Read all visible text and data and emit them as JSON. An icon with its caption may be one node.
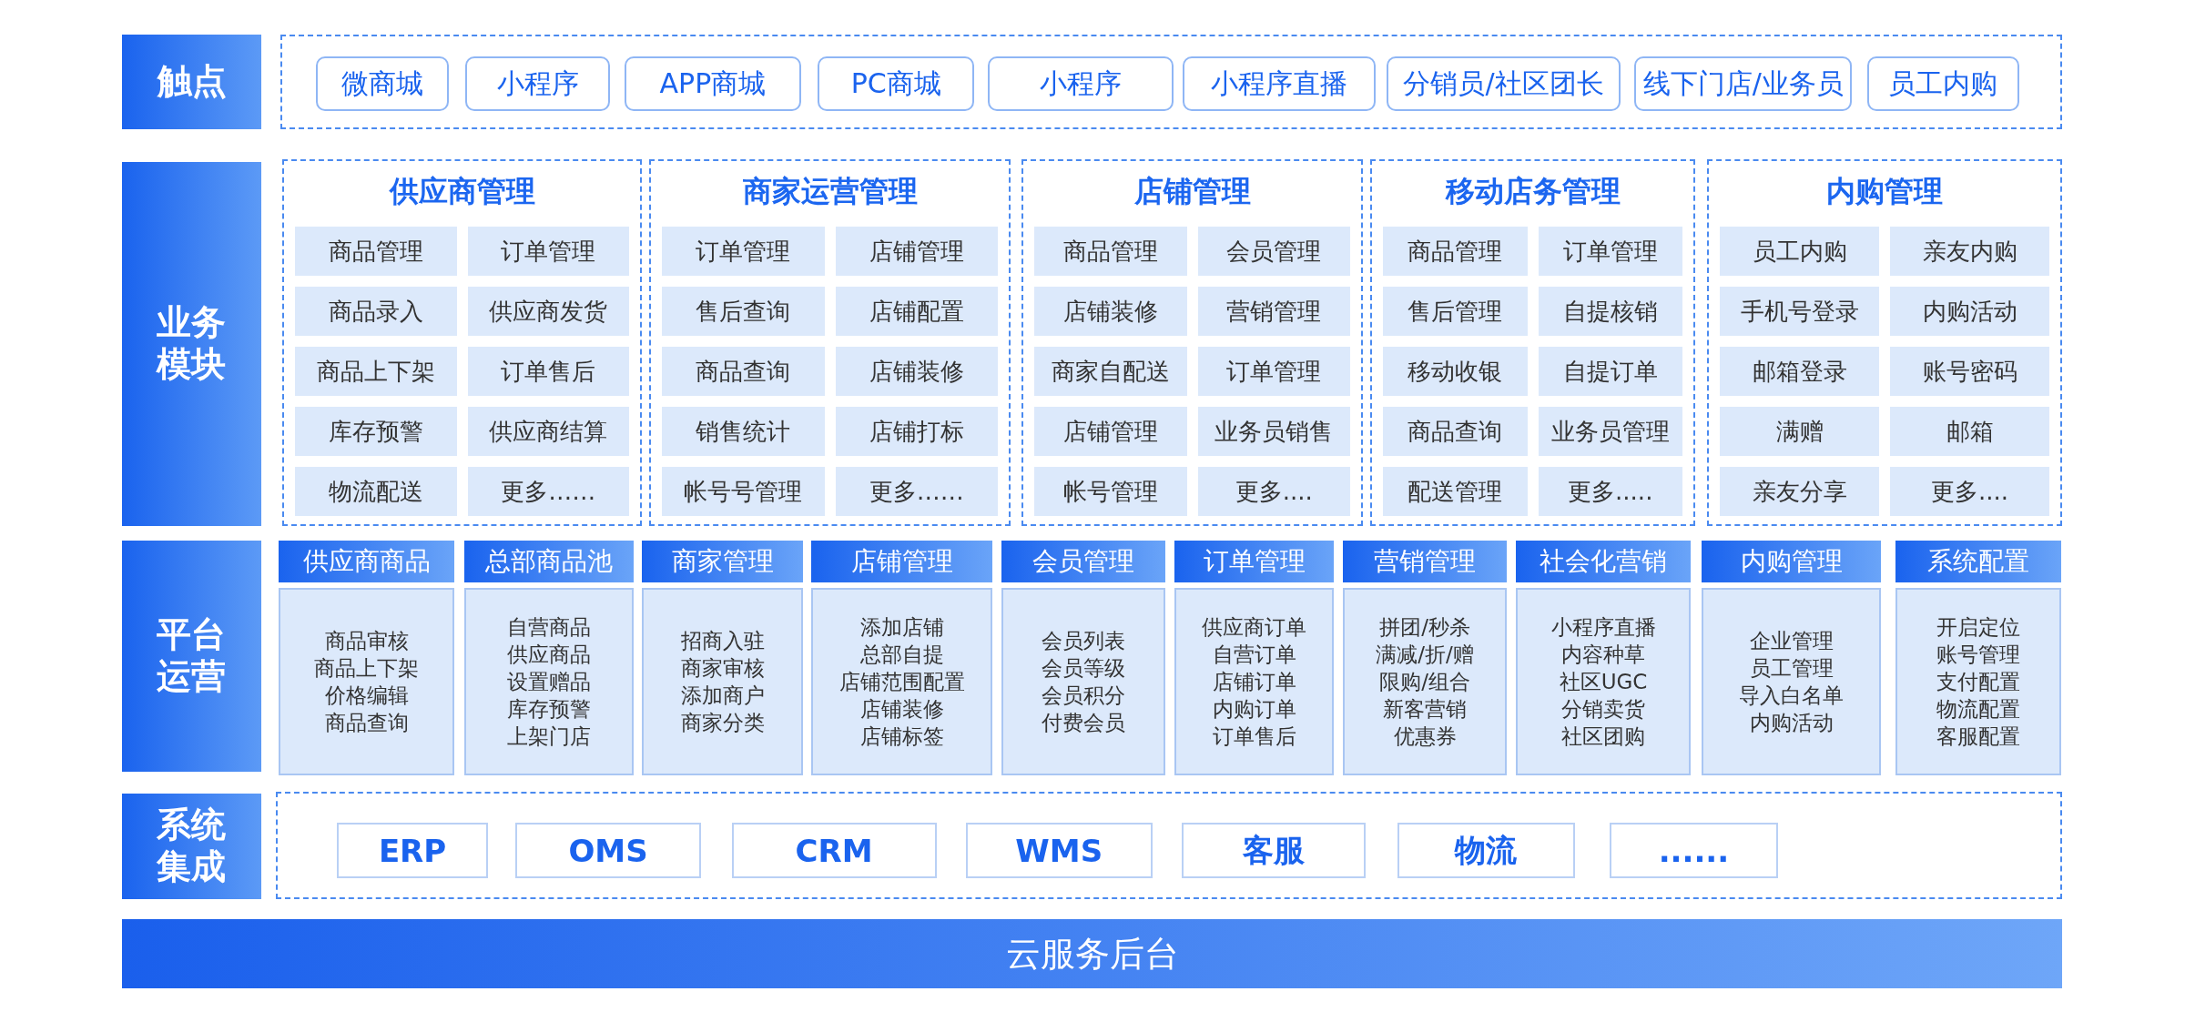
{
  "diagram": {
    "nodes": [
      {
        "text": [
          "触点"
        ]
      },
      {
        "text": [],
        "shape": "box"
      },
      {
        "text": [
          "微商城"
        ],
        "in": 1
      },
      {
        "text": [
          "小程序"
        ],
        "in": 1
      },
      {
        "text": [
          "APP商城"
        ],
        "in": 1
      },
      {
        "text": [
          "PC商城"
        ],
        "in": 1
      },
      {
        "text": [
          "小程序"
        ],
        "in": 1
      },
      {
        "text": [
          "小程序直播"
        ],
        "in": 1
      },
      {
        "text": [
          "分销员/社区团长"
        ],
        "in": 1
      },
      {
        "text": [
          "线下门店/业务员"
        ],
        "in": 1
      },
      {
        "text": [
          "员工内购"
        ],
        "in": 1
      },
      {
        "text": [
          "业务模块"
        ]
      },
      {
        "text": [
          "供应商管理"
        ]
      },
      {
        "text": [
          "商品管理"
        ],
        "in": 12
      },
      {
        "text": [
          "订单管理"
        ],
        "in": 12
      },
      {
        "text": [
          "商品录入"
        ],
        "in": 12
      },
      {
        "text": [
          "供应商发货"
        ],
        "in": 12
      },
      {
        "text": [
          "商品上下架"
        ],
        "in": 12
      },
      {
        "text": [
          "订单售后"
        ],
        "in": 12
      },
      {
        "text": [
          "库存预警"
        ],
        "in": 12
      },
      {
        "text": [
          "供应商结算"
        ],
        "in": 12
      },
      {
        "text": [
          "物流配送"
        ],
        "in": 12
      },
      {
        "text": [
          "更多……"
        ],
        "in": 12
      },
      {
        "text": [
          "商家运营管理"
        ]
      },
      {
        "text": [
          "订单管理"
        ],
        "in": 23
      },
      {
        "text": [
          "店铺管理"
        ],
        "in": 23
      },
      {
        "text": [
          "售后查询"
        ],
        "in": 23
      },
      {
        "text": [
          "店铺配置"
        ],
        "in": 23
      },
      {
        "text": [
          "商品查询"
        ],
        "in": 23
      },
      {
        "text": [
          "店铺装修"
        ],
        "in": 23
      },
      {
        "text": [
          "销售统计"
        ],
        "in": 23
      },
      {
        "text": [
          "店铺打标"
        ],
        "in": 23
      },
      {
        "text": [
          "帐号号管理"
        ],
        "in": 23
      },
      {
        "text": [
          "更多……"
        ],
        "in": 23
      },
      {
        "text": [
          "店铺管理"
        ]
      },
      {
        "text": [
          "商品管理"
        ],
        "in": 34
      },
      {
        "text": [
          "会员管理"
        ],
        "in": 34
      },
      {
        "text": [
          "店铺装修"
        ],
        "in": 34
      },
      {
        "text": [
          "营销管理"
        ],
        "in": 34
      },
      {
        "text": [
          "商家自配送"
        ],
        "in": 34
      },
      {
        "text": [
          "订单管理"
        ],
        "in": 34
      },
      {
        "text": [
          "店铺管理"
        ],
        "in": 34
      },
      {
        "text": [
          "业务员销售"
        ],
        "in": 34
      },
      {
        "text": [
          "帐号管理"
        ],
        "in": 34
      },
      {
        "text": [
          "更多...."
        ],
        "in": 34
      },
      {
        "text": [
          "移动店务管理"
        ]
      },
      {
        "text": [
          "商品管理"
        ],
        "in": 45
      },
      {
        "text": [
          "订单管理"
        ],
        "in": 45
      },
      {
        "text": [
          "售后管理"
        ],
        "in": 45
      },
      {
        "text": [
          "自提核销"
        ],
        "in": 45
      },
      {
        "text": [
          "移动收银"
        ],
        "in": 45
      },
      {
        "text": [
          "自提订单"
        ],
        "in": 45
      },
      {
        "text": [
          "商品查询"
        ],
        "in": 45
      },
      {
        "text": [
          "业务员管理"
        ],
        "in": 45
      },
      {
        "text": [
          "配送管理"
        ],
        "in": 45
      },
      {
        "text": [
          "更多....."
        ],
        "in": 45
      },
      {
        "text": [
          "内购管理"
        ]
      },
      {
        "text": [
          "员工内购"
        ],
        "in": 56
      },
      {
        "text": [
          "亲友内购"
        ],
        "in": 56
      },
      {
        "text": [
          "手机号登录"
        ],
        "in": 56
      },
      {
        "text": [
          "内购活动"
        ],
        "in": 56
      },
      {
        "text": [
          "邮箱登录"
        ],
        "in": 56
      },
      {
        "text": [
          "账号密码"
        ],
        "in": 56
      },
      {
        "text": [
          "满赠"
        ],
        "in": 56
      },
      {
        "text": [
          "邮箱"
        ],
        "in": 56
      },
      {
        "text": [
          "亲友分享"
        ],
        "in": 56
      },
      {
        "text": [
          "更多...."
        ],
        "in": 56
      },
      {
        "text": [
          "平台运营"
        ]
      },
      {
        "text": [
          "供应商商品",
          "商品审核",
          "商品上下架",
          "价格编辑",
          "商品查询"
        ]
      },
      {
        "text": [
          "总部商品池",
          "自营商品",
          "供应商品",
          "设置赠品",
          "库存预警",
          "上架门店"
        ]
      },
      {
        "text": [
          "商家管理",
          "招商入驻",
          "商家审核",
          "添加商户",
          "商家分类"
        ]
      },
      {
        "text": [
          "店铺管理",
          "添加店铺",
          "总部自提",
          "店铺范围配置",
          "店铺装修",
          "店铺标签"
        ]
      },
      {
        "text": [
          "会员管理",
          "会员列表",
          "会员等级",
          "会员积分",
          "付费会员"
        ]
      },
      {
        "text": [
          "订单管理",
          "供应商订单",
          "自营订单",
          "店铺订单",
          "内购订单",
          "订单售后"
        ]
      },
      {
        "text": [
          "营销管理",
          "拼团/秒杀",
          "满减/折/赠",
          "限购/组合",
          "新客营销",
          "优惠券"
        ]
      },
      {
        "text": [
          "社会化营销",
          "小程序直播",
          "内容种草",
          "社区UGC",
          "分销卖货",
          "社区团购"
        ]
      },
      {
        "text": [
          "内购管理",
          "企业管理",
          "员工管理",
          "导入白名单",
          "内购活动"
        ]
      },
      {
        "text": [
          "系统配置",
          "开启定位",
          "账号管理",
          "支付配置",
          "物流配置",
          "客服配置"
        ]
      },
      {
        "text": [
          "系统集成"
        ]
      },
      {
        "text": [],
        "shape": "box"
      },
      {
        "text": [
          "ERP"
        ],
        "in": 79
      },
      {
        "text": [
          "OMS"
        ],
        "in": 79
      },
      {
        "text": [
          "CRM"
        ],
        "in": 79
      },
      {
        "text": [
          "WMS"
        ],
        "in": 79
      },
      {
        "text": [
          "客服"
        ],
        "in": 79
      },
      {
        "text": [
          "物流"
        ],
        "in": 79
      },
      {
        "text": [
          "......"
        ],
        "in": 79
      },
      {
        "text": [
          "云服务后台"
        ]
      }
    ]
  }
}
